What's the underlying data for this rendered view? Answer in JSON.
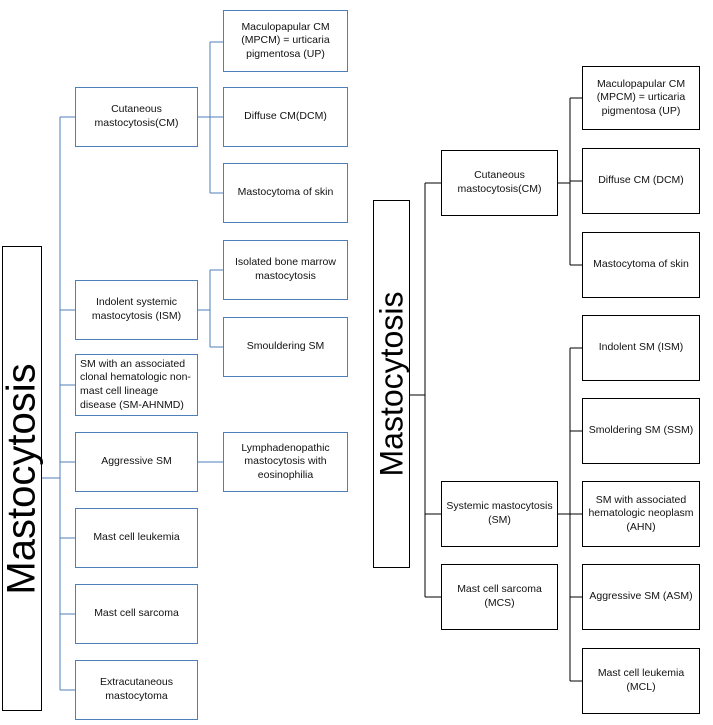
{
  "left_diagram": {
    "root": "Mastocytosis",
    "categories": [
      {
        "label": "Cutaneous mastocytosis(CM)",
        "children": [
          "Maculopapular CM (MPCM) = urticaria pigmentosa (UP)",
          "Diffuse CM(DCM)",
          "Mastocytoma of skin"
        ]
      },
      {
        "label": "Indolent systemic mastocytosis (ISM)",
        "children": [
          "Isolated bone marrow mastocytosis",
          "Smouldering  SM"
        ]
      },
      {
        "label": "SM with an associated clonal hematologic non-mast cell lineage disease (SM-AHNMD)",
        "children": []
      },
      {
        "label": "Aggressive SM",
        "children": [
          "Lymphadenopathic mastocytosis with eosinophilia"
        ]
      },
      {
        "label": "Mast cell leukemia",
        "children": []
      },
      {
        "label": "Mast cell sarcoma",
        "children": []
      },
      {
        "label": "Extracutaneous mastocytoma",
        "children": []
      }
    ]
  },
  "right_diagram": {
    "root": "Mastocytosis",
    "categories": [
      {
        "label": "Cutaneous mastocytosis(CM)",
        "children": [
          "Maculopapular CM (MPCM) = urticaria pigmentosa (UP)",
          "Diffuse CM (DCM)",
          "Mastocytoma of skin"
        ]
      },
      {
        "label": "Systemic mastocytosis (SM)",
        "children": [
          "Indolent SM (ISM)",
          "Smoldering SM (SSM)",
          "SM with associated hematologic neoplasm (AHN)",
          "Aggressive SM (ASM)",
          "Mast cell leukemia (MCL)"
        ]
      },
      {
        "label": "Mast cell sarcoma (MCS)",
        "children": []
      }
    ]
  },
  "colors": {
    "left_border": "#4f7fb8",
    "right_border": "#000000"
  }
}
